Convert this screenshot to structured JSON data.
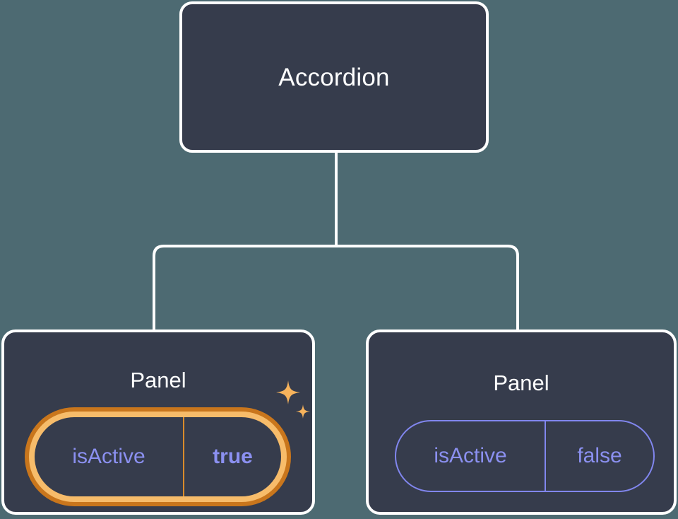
{
  "diagram": {
    "type": "component-tree",
    "background_color": "#4d6a72",
    "node_fill_color": "#363c4c",
    "node_border_color": "#ffffff",
    "connector_color": "#ffffff",
    "highlight_color": "#f7bc6a",
    "highlight_ring_color": "#c9761c",
    "prop_text_color": "#8b90f0",
    "root": {
      "label": "Accordion"
    },
    "children": [
      {
        "label": "Panel",
        "highlighted": true,
        "props": [
          {
            "key": "isActive",
            "value": "true",
            "emphasis": "bold"
          }
        ],
        "decorations": [
          {
            "icon": "sparkle-icon",
            "size": "large"
          },
          {
            "icon": "sparkle-icon",
            "size": "small"
          }
        ]
      },
      {
        "label": "Panel",
        "highlighted": false,
        "props": [
          {
            "key": "isActive",
            "value": "false",
            "emphasis": "normal"
          }
        ],
        "decorations": []
      }
    ]
  }
}
